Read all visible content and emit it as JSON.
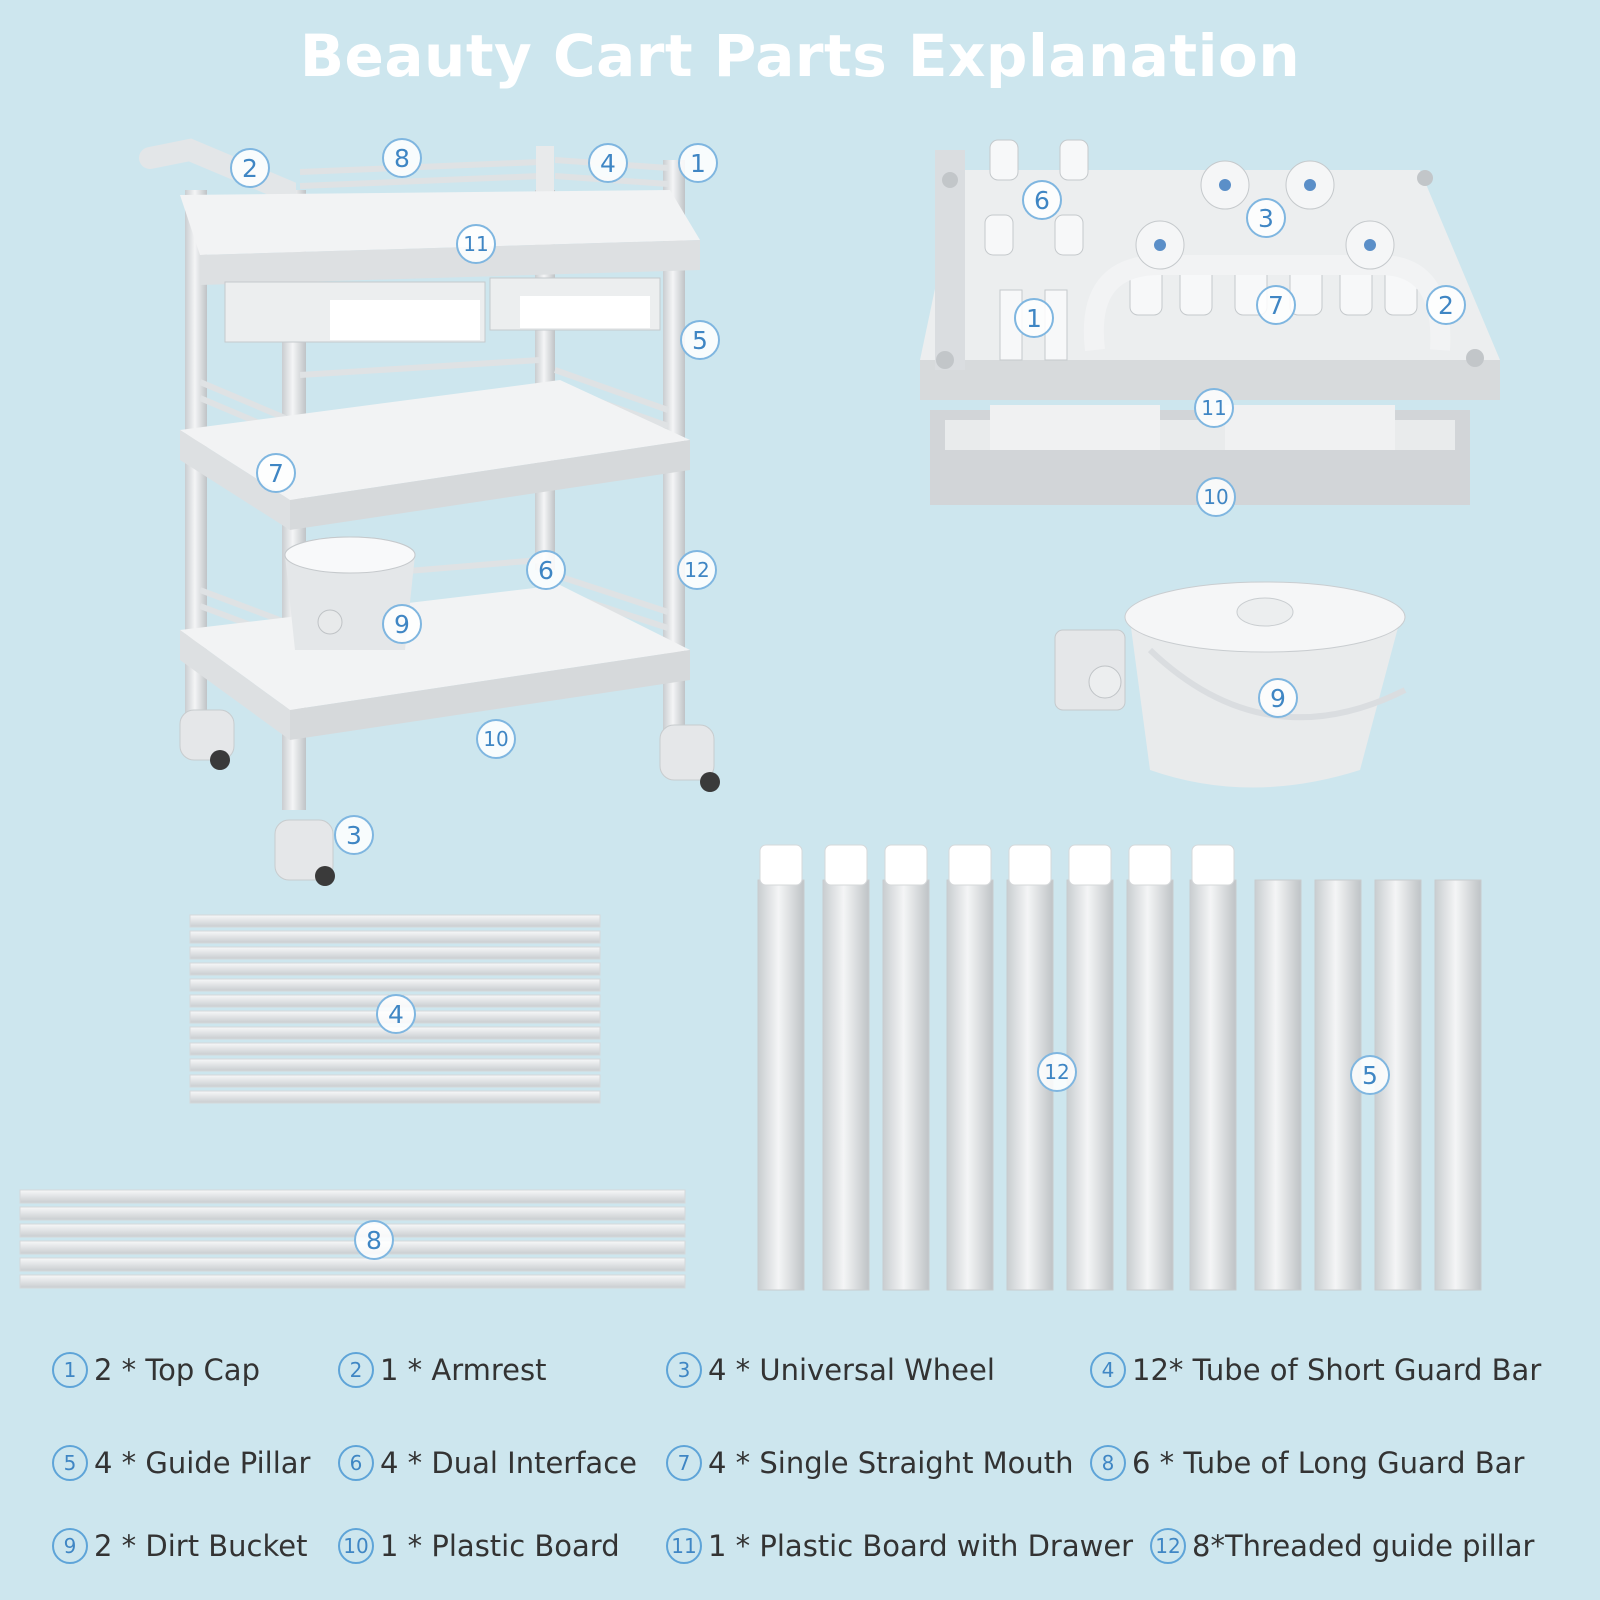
{
  "title": "Beauty Cart Parts Explanation",
  "callouts": {
    "c1": "1",
    "c2": "2",
    "c3": "3",
    "c4": "4",
    "c5": "5",
    "c6": "6",
    "c7": "7",
    "c8": "8",
    "c9": "9",
    "c10": "10",
    "c11": "11",
    "c12": "12"
  },
  "legend": [
    {
      "num": "1",
      "text": "2 * Top Cap"
    },
    {
      "num": "2",
      "text": "1 * Armrest"
    },
    {
      "num": "3",
      "text": "4 * Universal Wheel"
    },
    {
      "num": "4",
      "text": "12* Tube of Short Guard Bar"
    },
    {
      "num": "5",
      "text": "4 * Guide Pillar"
    },
    {
      "num": "6",
      "text": "4 * Dual Interface"
    },
    {
      "num": "7",
      "text": "4 * Single Straight Mouth"
    },
    {
      "num": "8",
      "text": "6 * Tube of Long Guard Bar"
    },
    {
      "num": "9",
      "text": "2 * Dirt Bucket"
    },
    {
      "num": "10",
      "text": "1 * Plastic Board"
    },
    {
      "num": "11",
      "text": "1 * Plastic Board with Drawer"
    },
    {
      "num": "12",
      "text": "8*Threaded guide pillar"
    }
  ]
}
